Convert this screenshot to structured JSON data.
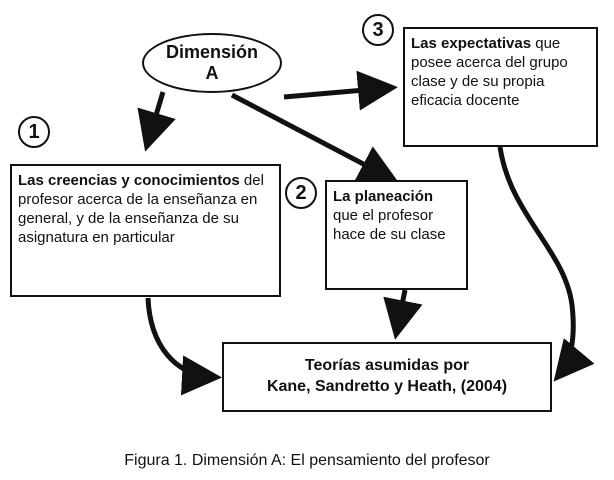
{
  "dimension": {
    "line1": "Dimensión",
    "line2": "A"
  },
  "numbers": [
    "1",
    "2",
    "3"
  ],
  "box1": {
    "bold": "Las creencias y conocimientos",
    "rest": " del profesor acerca de la enseñanza en general, y de la enseñanza de su asignatura en particular"
  },
  "box2": {
    "bold": "La planeación",
    "rest": " que el profesor hace de su clase"
  },
  "box3": {
    "bold": "Las expectativas",
    "rest": " que posee acerca del grupo clase y de su propia eficacia docente"
  },
  "box4": {
    "line1": "Teorías asumidas por",
    "line2": "Kane, Sandretto y Heath, (2004)"
  },
  "caption": "Figura 1. Dimensión A: El pensamiento del profesor"
}
